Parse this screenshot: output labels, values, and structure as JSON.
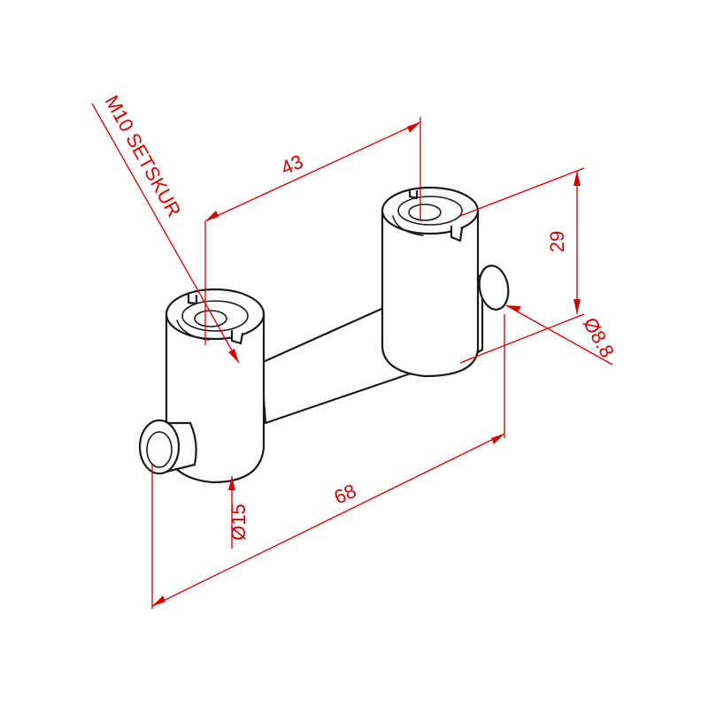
{
  "dimensions": {
    "spacing": "43",
    "overall_length": "68",
    "height": "29",
    "pin_diameter": "Ø8.8",
    "body_diameter": "Ø15"
  },
  "callouts": {
    "screw": "M10 SETSKUR"
  },
  "colors": {
    "dimension": "#d40000",
    "outline": "#1a1a1a",
    "background": "#ffffff"
  }
}
